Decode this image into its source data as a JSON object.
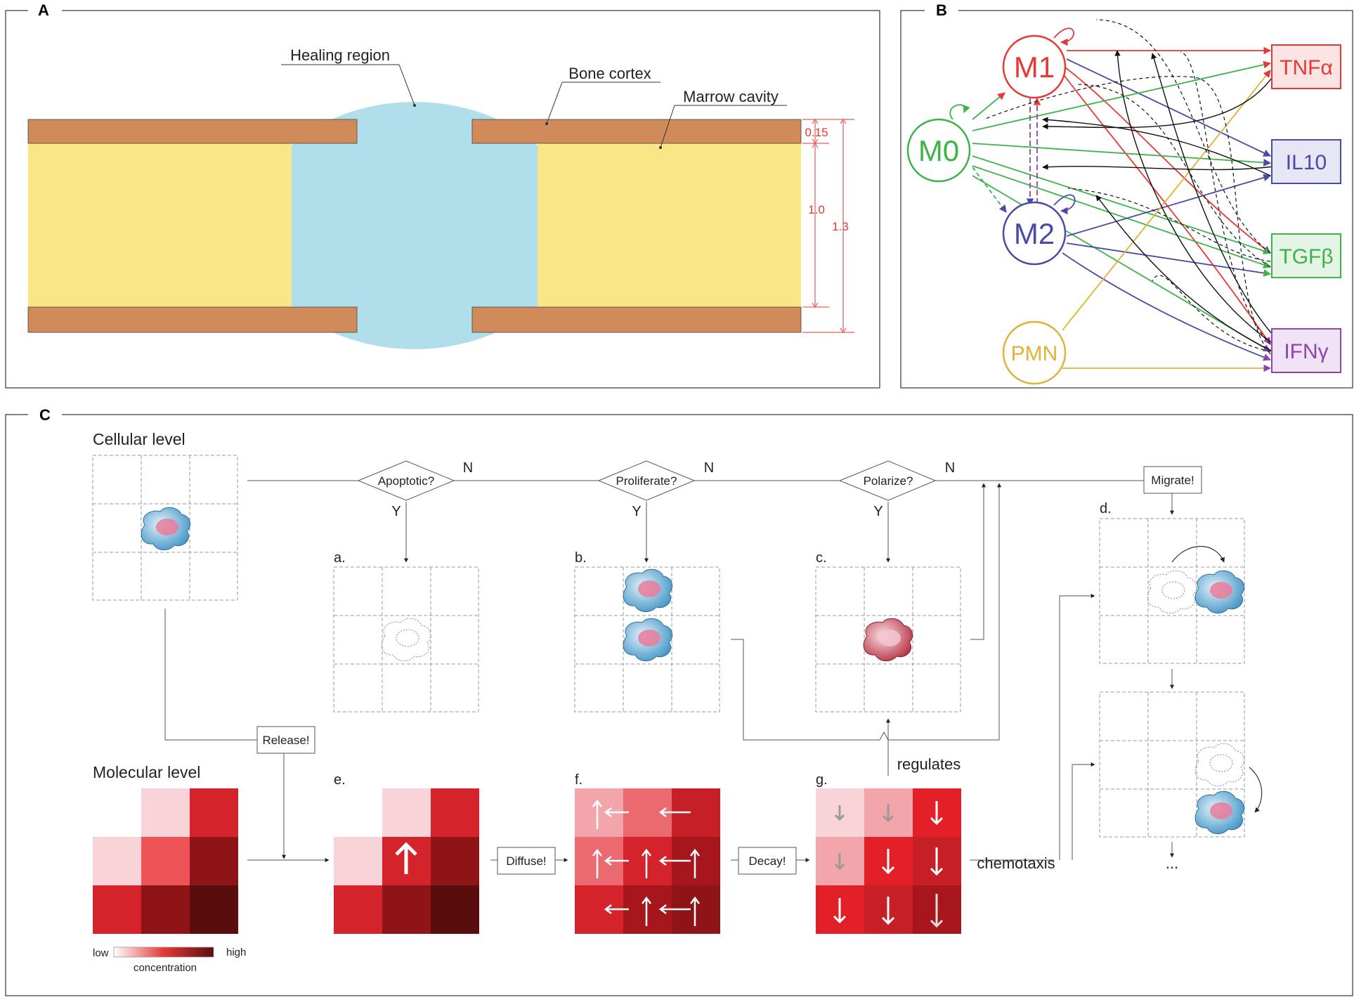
{
  "panels": {
    "a": "A",
    "b": "B",
    "c": "C"
  },
  "panel_a": {
    "healing_region": "Healing region",
    "bone_cortex": "Bone cortex",
    "marrow_cavity": "Marrow cavity",
    "dim_cortex": "0.15",
    "dim_marrow": "1.0",
    "dim_total": "1.3",
    "colors": {
      "cortex": "#d18b5a",
      "marrow": "#f9e687",
      "healing": "#b0dfeb",
      "dims": "#e53935"
    }
  },
  "panel_b": {
    "nodes": {
      "m1": "M1",
      "m0": "M0",
      "m2": "M2",
      "pmn": "PMN"
    },
    "cytokines": {
      "tnf": "TNFα",
      "il10": "IL10",
      "tgf": "TGFβ",
      "ifn": "IFNγ"
    },
    "colors": {
      "m1": "#e53935",
      "m0": "#3db34a",
      "m2": "#4a4aa8",
      "pmn": "#e0b23a",
      "ifn": "#8e44ad"
    }
  },
  "panel_c": {
    "cellular_level": "Cellular level",
    "molecular_level": "Molecular level",
    "apoptotic": "Apoptotic?",
    "proliferate": "Proliferate?",
    "polarize": "Polarize?",
    "migrate": "Migrate!",
    "release": "Release!",
    "diffuse": "Diffuse!",
    "decay": "Decay!",
    "regulates": "regulates",
    "chemotaxis": "chemotaxis",
    "yes": "Y",
    "no": "N",
    "sub_a": "a.",
    "sub_b": "b.",
    "sub_c": "c.",
    "sub_d": "d.",
    "sub_e": "e.",
    "sub_f": "f.",
    "sub_g": "g.",
    "ellipsis": "...",
    "legend_low": "low",
    "legend_high": "high",
    "legend_label": "concentration"
  }
}
